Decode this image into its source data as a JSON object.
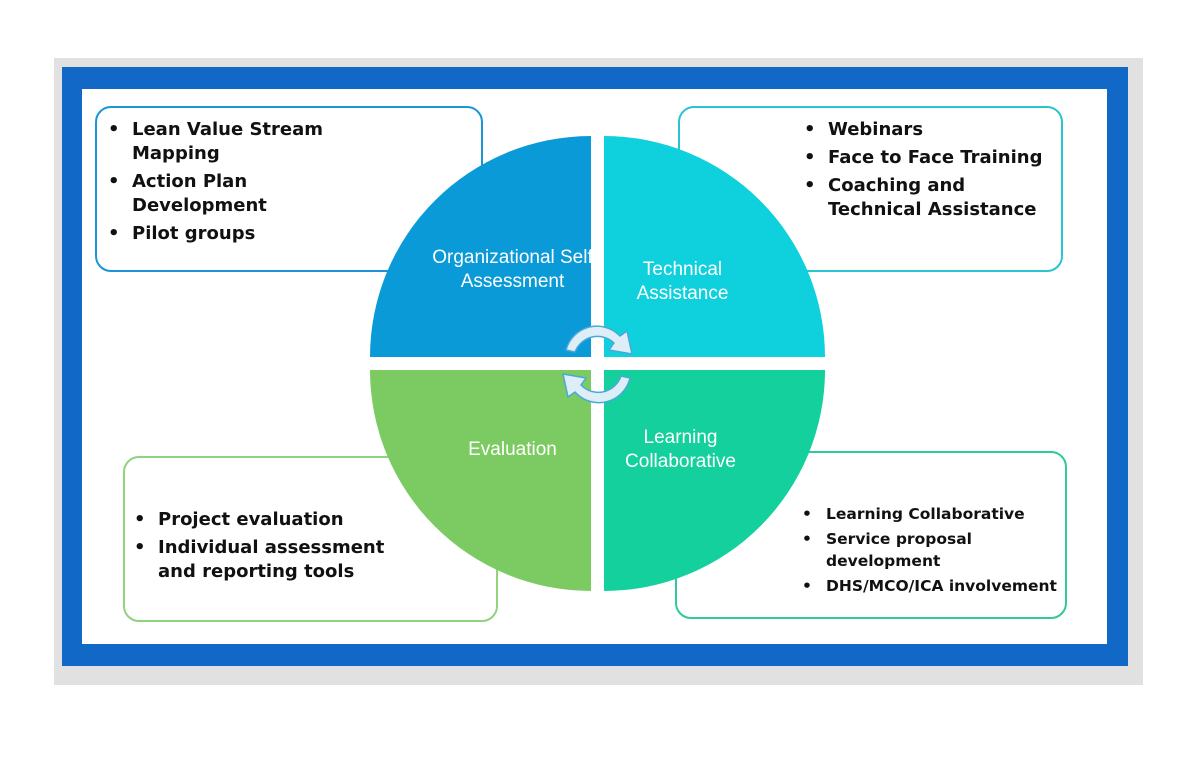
{
  "quadrants": {
    "top_left": {
      "title": "Organizational Self Assessment",
      "color": "#0a9ad8",
      "box_border": "#1a96d6",
      "items": [
        "Lean Value Stream Mapping",
        "Action Plan Development",
        "Pilot groups"
      ]
    },
    "top_right": {
      "title": "Technical Assistance",
      "color": "#0fd0dd",
      "box_border": "#2bc3d2",
      "items": [
        "Webinars",
        "Face to Face Training",
        "Coaching and Technical Assistance"
      ]
    },
    "bottom_left": {
      "title": "Evaluation",
      "color": "#7ccb62",
      "box_border": "#8fd37c",
      "items": [
        "Project evaluation",
        "Individual assessment and reporting tools"
      ]
    },
    "bottom_right": {
      "title": "Learning Collaborative",
      "color": "#14d09c",
      "box_border": "#2fc99c",
      "items": [
        "Learning Collaborative",
        "Service proposal development",
        "DHS/MCO/ICA involvement"
      ]
    }
  },
  "colors": {
    "frame": "#1268c6",
    "outer": "#e1e1e1",
    "arrows": "#ddeef8"
  },
  "icons": {
    "center": "circular-cycle-arrows-icon"
  }
}
